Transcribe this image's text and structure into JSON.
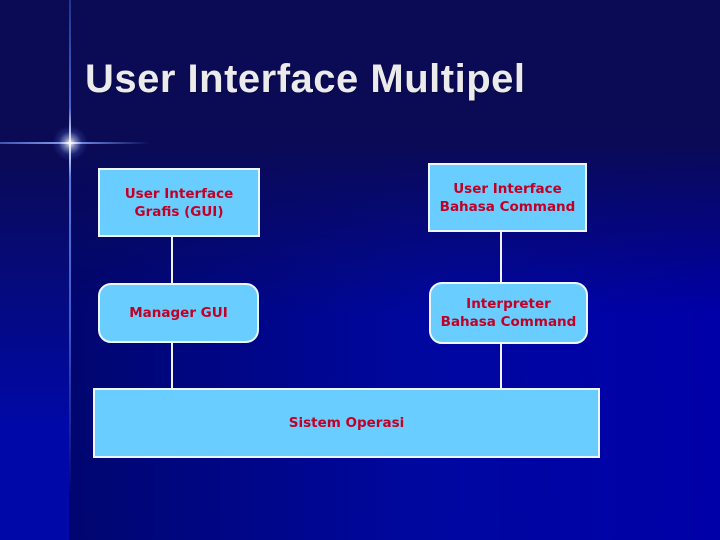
{
  "slide": {
    "title": "User Interface Multipel"
  },
  "nodes": {
    "gui": {
      "line1": "User Interface",
      "line2": "Grafis (GUI)"
    },
    "cli": {
      "line1": "User Interface",
      "line2": "Bahasa Command"
    },
    "manager": {
      "line1": "Manager GUI"
    },
    "interpreter": {
      "line1": "Interpreter",
      "line2": "Bahasa Command"
    },
    "os": {
      "line1": "Sistem Operasi"
    }
  },
  "edges": [
    {
      "from": "gui",
      "to": "manager"
    },
    {
      "from": "manager",
      "to": "os"
    },
    {
      "from": "cli",
      "to": "interpreter"
    },
    {
      "from": "interpreter",
      "to": "os"
    }
  ],
  "colors": {
    "background_top": "#0a0a55",
    "background_bottom_left": "#000566",
    "background_bottom_right": "#0000a8",
    "accent_line": "#4a63c8",
    "flare": "#ffffff",
    "title_text": "#ebebeb",
    "node_fill": "#69cdff",
    "node_border": "#eef7ff",
    "node_text": "#c20025",
    "connector": "#f2f2f2"
  }
}
